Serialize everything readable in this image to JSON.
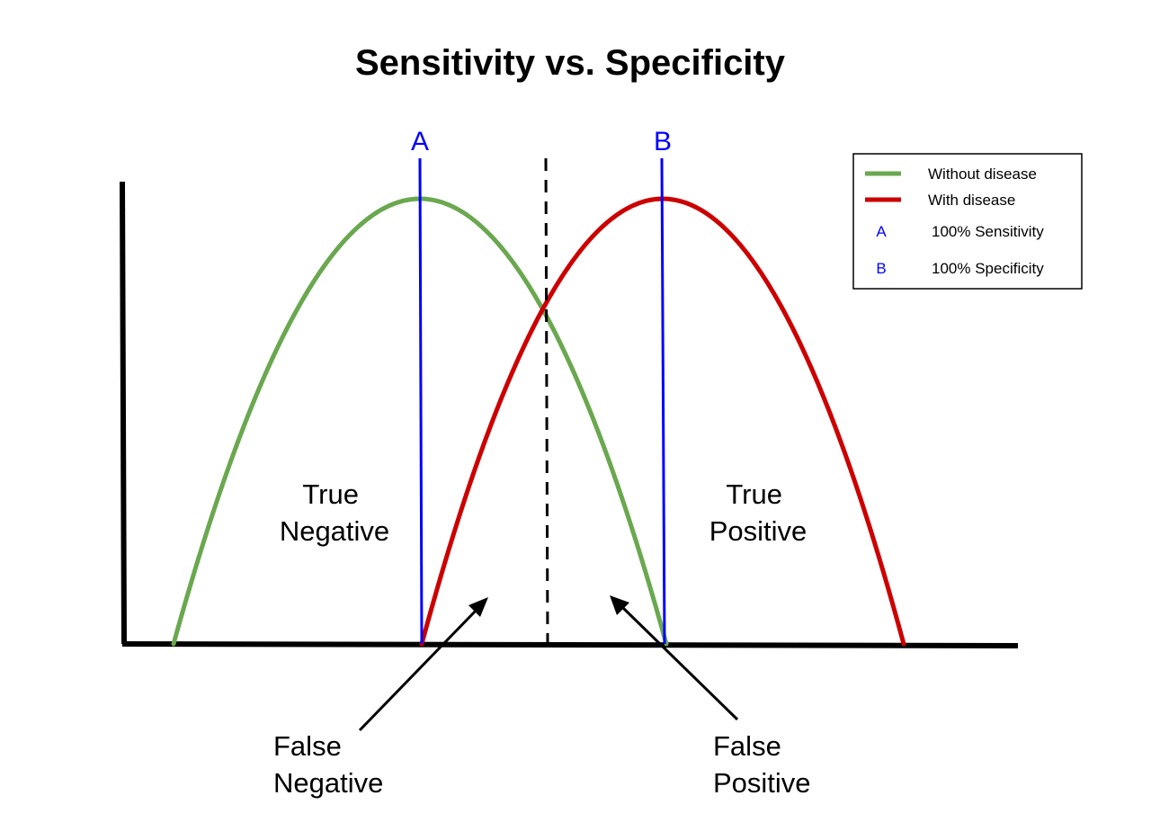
{
  "title": "Sensitivity vs. Specificity",
  "colors": {
    "without_disease": "#6aa84f",
    "with_disease": "#cc0000",
    "cutoff": "#0000ff",
    "axis": "#000000"
  },
  "markers": {
    "a_label": "A",
    "b_label": "B"
  },
  "regions": {
    "true_negative": [
      "True",
      "Negative"
    ],
    "true_positive": [
      "True",
      "Positive"
    ],
    "false_negative": [
      "False",
      "Negative"
    ],
    "false_positive": [
      "False",
      "Positive"
    ]
  },
  "legend": {
    "items": [
      {
        "key": "line",
        "color": "#6aa84f",
        "label": "Without disease"
      },
      {
        "key": "line",
        "color": "#cc0000",
        "label": "With disease"
      },
      {
        "key": "A",
        "label": "100% Sensitivity"
      },
      {
        "key": "B",
        "label": "100% Specificity"
      }
    ]
  }
}
